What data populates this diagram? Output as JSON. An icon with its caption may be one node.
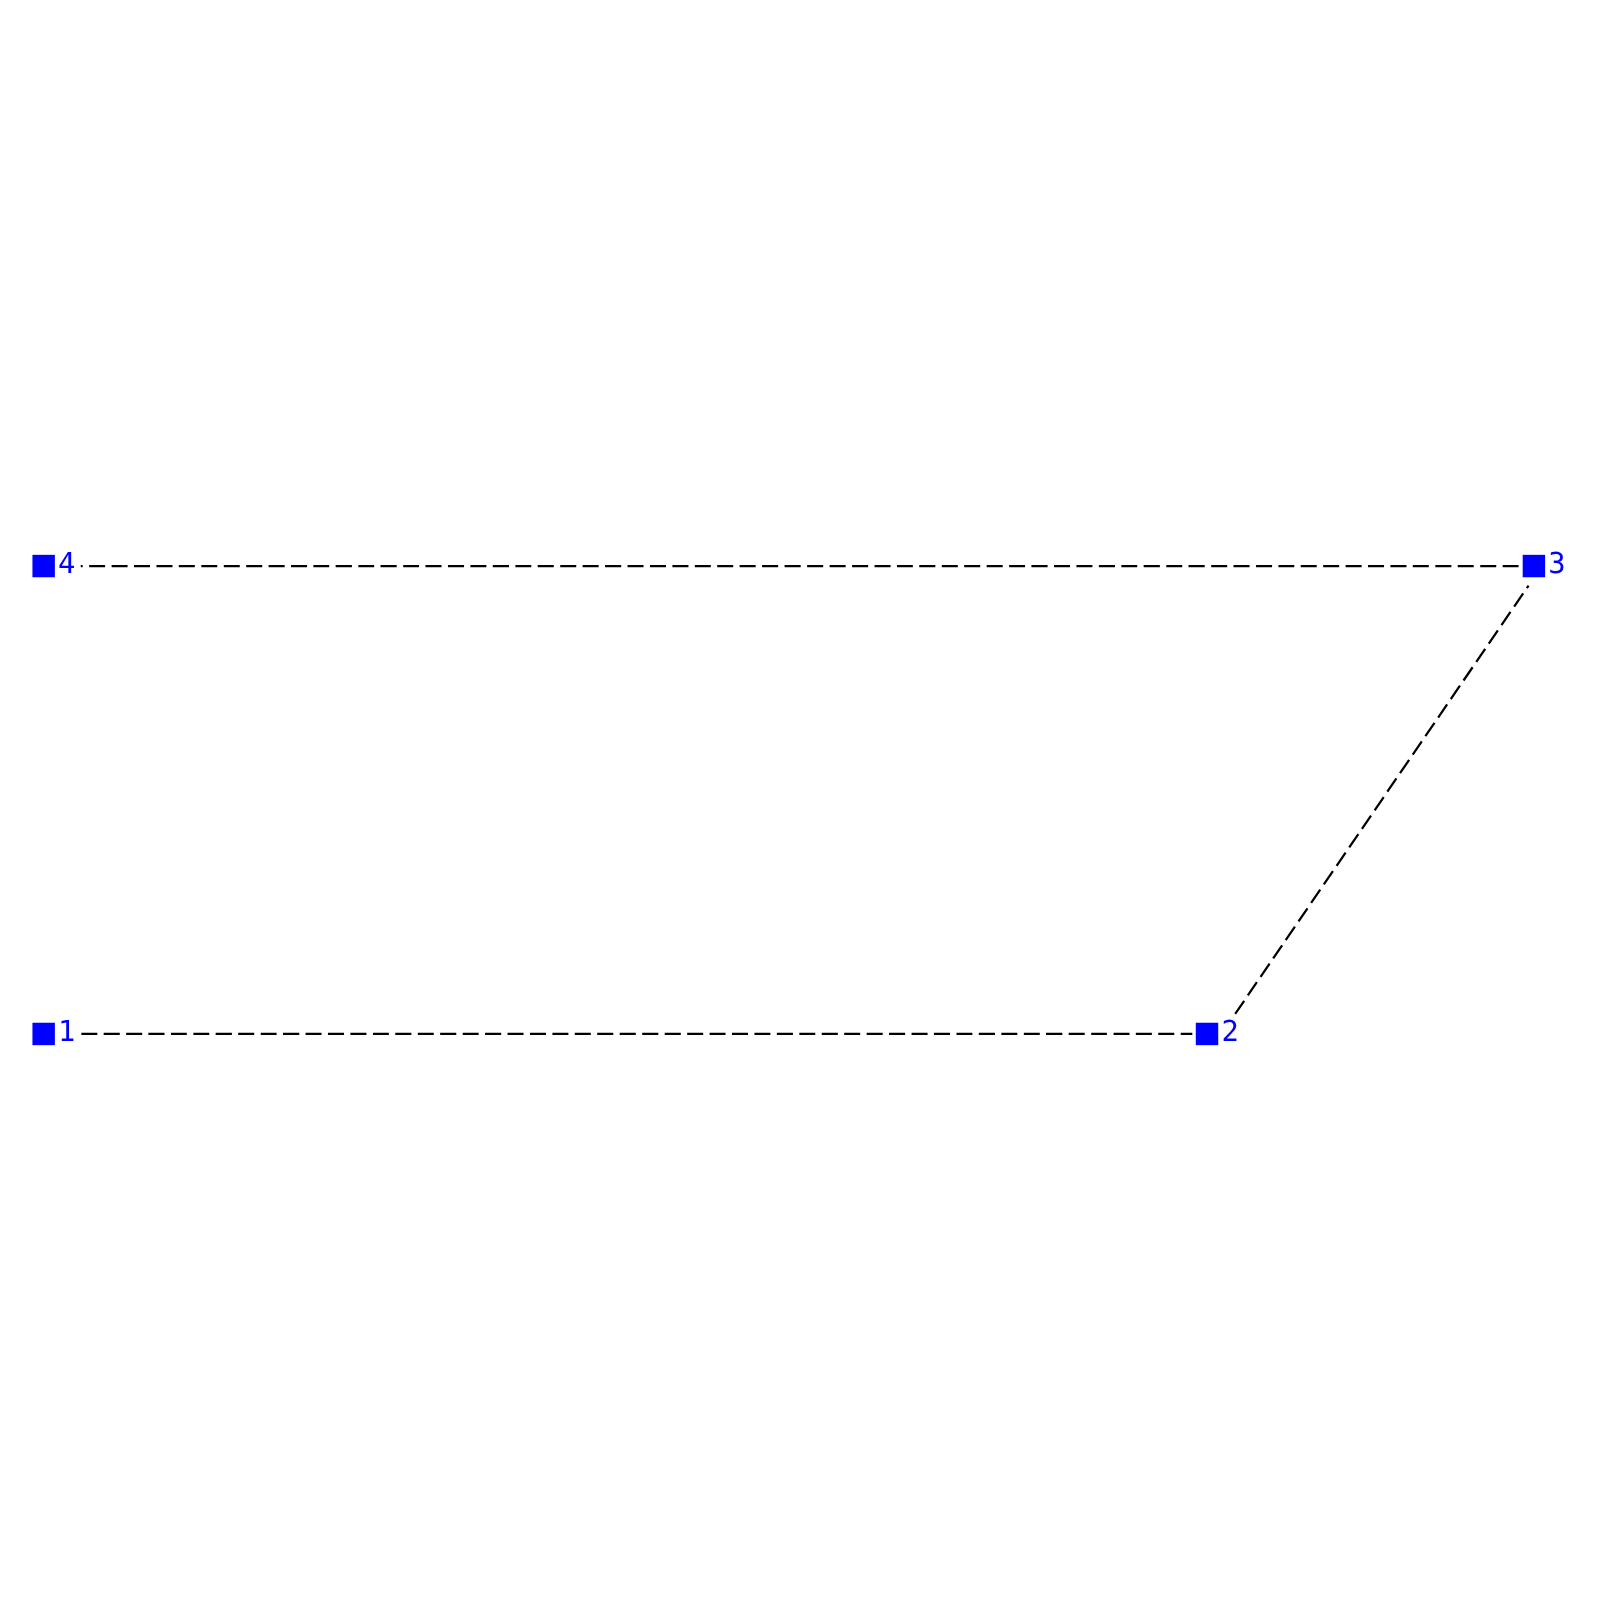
{
  "diagram": {
    "nodes": [
      {
        "text": [],
        "shape": "box",
        "beside": [
          "1"
        ]
      },
      {
        "text": [],
        "shape": "box",
        "beside": [
          "2"
        ]
      },
      {
        "text": [],
        "shape": "box",
        "beside": [
          "3"
        ]
      },
      {
        "text": [],
        "shape": "box",
        "beside": [
          "4"
        ]
      }
    ],
    "edges": [
      {
        "from": 0,
        "to": 1,
        "arrow": "none",
        "style": "dashed"
      },
      {
        "from": 1,
        "to": 2,
        "arrow": "none",
        "style": "dashed"
      },
      {
        "from": 2,
        "to": 3,
        "arrow": "none",
        "style": "dashed"
      }
    ]
  }
}
